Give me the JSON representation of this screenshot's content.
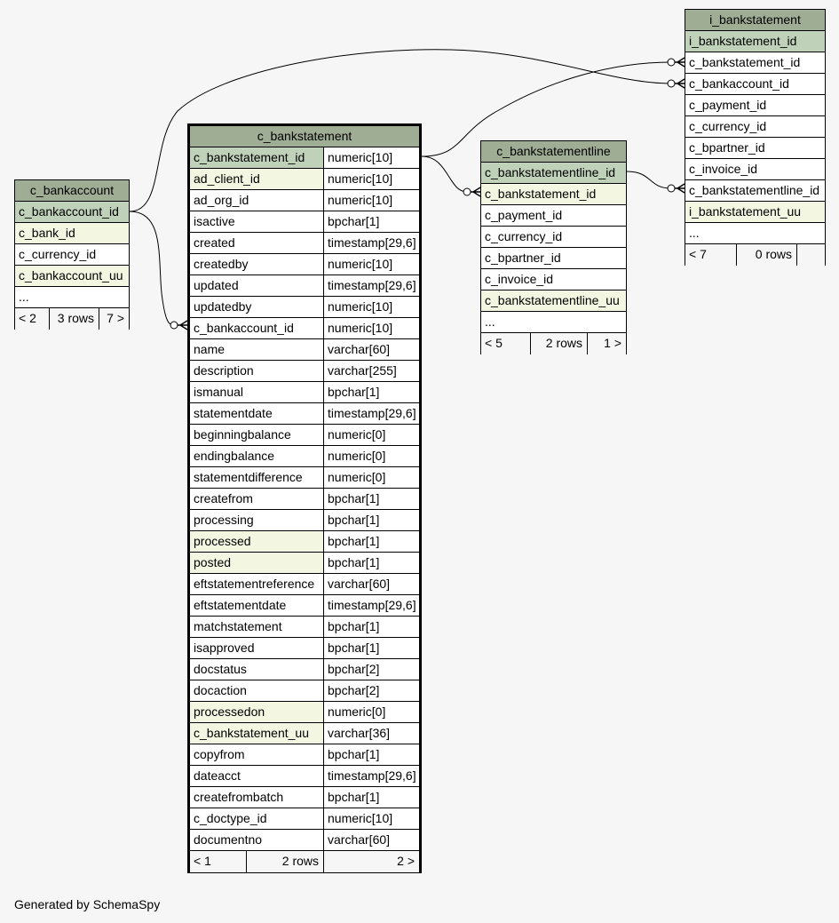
{
  "footer": "Generated by SchemaSpy",
  "tables": {
    "c_bankaccount": {
      "name": "c_bankaccount",
      "columns": [
        {
          "name": "c_bankaccount_id",
          "kind": "pk"
        },
        {
          "name": "c_bank_id",
          "kind": "idx"
        },
        {
          "name": "c_currency_id",
          "kind": "plain"
        },
        {
          "name": "c_bankaccount_uu",
          "kind": "idx"
        },
        {
          "name": "...",
          "kind": "plain"
        }
      ],
      "footer": {
        "parents": "< 2",
        "rows": "3 rows",
        "children": "7 >"
      }
    },
    "c_bankstatement": {
      "name": "c_bankstatement",
      "columns": [
        {
          "name": "c_bankstatement_id",
          "type": "numeric[10]",
          "kind": "pk"
        },
        {
          "name": "ad_client_id",
          "type": "numeric[10]",
          "kind": "idx"
        },
        {
          "name": "ad_org_id",
          "type": "numeric[10]",
          "kind": "plain"
        },
        {
          "name": "isactive",
          "type": "bpchar[1]",
          "kind": "plain"
        },
        {
          "name": "created",
          "type": "timestamp[29,6]",
          "kind": "plain"
        },
        {
          "name": "createdby",
          "type": "numeric[10]",
          "kind": "plain"
        },
        {
          "name": "updated",
          "type": "timestamp[29,6]",
          "kind": "plain"
        },
        {
          "name": "updatedby",
          "type": "numeric[10]",
          "kind": "plain"
        },
        {
          "name": "c_bankaccount_id",
          "type": "numeric[10]",
          "kind": "plain"
        },
        {
          "name": "name",
          "type": "varchar[60]",
          "kind": "plain"
        },
        {
          "name": "description",
          "type": "varchar[255]",
          "kind": "plain"
        },
        {
          "name": "ismanual",
          "type": "bpchar[1]",
          "kind": "plain"
        },
        {
          "name": "statementdate",
          "type": "timestamp[29,6]",
          "kind": "plain"
        },
        {
          "name": "beginningbalance",
          "type": "numeric[0]",
          "kind": "plain"
        },
        {
          "name": "endingbalance",
          "type": "numeric[0]",
          "kind": "plain"
        },
        {
          "name": "statementdifference",
          "type": "numeric[0]",
          "kind": "plain"
        },
        {
          "name": "createfrom",
          "type": "bpchar[1]",
          "kind": "plain"
        },
        {
          "name": "processing",
          "type": "bpchar[1]",
          "kind": "plain"
        },
        {
          "name": "processed",
          "type": "bpchar[1]",
          "kind": "idx"
        },
        {
          "name": "posted",
          "type": "bpchar[1]",
          "kind": "idx"
        },
        {
          "name": "eftstatementreference",
          "type": "varchar[60]",
          "kind": "plain"
        },
        {
          "name": "eftstatementdate",
          "type": "timestamp[29,6]",
          "kind": "plain"
        },
        {
          "name": "matchstatement",
          "type": "bpchar[1]",
          "kind": "plain"
        },
        {
          "name": "isapproved",
          "type": "bpchar[1]",
          "kind": "plain"
        },
        {
          "name": "docstatus",
          "type": "bpchar[2]",
          "kind": "plain"
        },
        {
          "name": "docaction",
          "type": "bpchar[2]",
          "kind": "plain"
        },
        {
          "name": "processedon",
          "type": "numeric[0]",
          "kind": "idx"
        },
        {
          "name": "c_bankstatement_uu",
          "type": "varchar[36]",
          "kind": "idx"
        },
        {
          "name": "copyfrom",
          "type": "bpchar[1]",
          "kind": "plain"
        },
        {
          "name": "dateacct",
          "type": "timestamp[29,6]",
          "kind": "plain"
        },
        {
          "name": "createfrombatch",
          "type": "bpchar[1]",
          "kind": "plain"
        },
        {
          "name": "c_doctype_id",
          "type": "numeric[10]",
          "kind": "plain"
        },
        {
          "name": "documentno",
          "type": "varchar[60]",
          "kind": "plain"
        }
      ],
      "footer": {
        "parents": "< 1",
        "rows": "2 rows",
        "children": "2 >"
      }
    },
    "c_bankstatementline": {
      "name": "c_bankstatementline",
      "columns": [
        {
          "name": "c_bankstatementline_id",
          "kind": "pk"
        },
        {
          "name": "c_bankstatement_id",
          "kind": "idx"
        },
        {
          "name": "c_payment_id",
          "kind": "plain"
        },
        {
          "name": "c_currency_id",
          "kind": "plain"
        },
        {
          "name": "c_bpartner_id",
          "kind": "plain"
        },
        {
          "name": "c_invoice_id",
          "kind": "plain"
        },
        {
          "name": "c_bankstatementline_uu",
          "kind": "idx"
        },
        {
          "name": "...",
          "kind": "plain"
        }
      ],
      "footer": {
        "parents": "< 5",
        "rows": "2 rows",
        "children": "1 >"
      }
    },
    "i_bankstatement": {
      "name": "i_bankstatement",
      "columns": [
        {
          "name": "i_bankstatement_id",
          "kind": "pk"
        },
        {
          "name": "c_bankstatement_id",
          "kind": "plain"
        },
        {
          "name": "c_bankaccount_id",
          "kind": "plain"
        },
        {
          "name": "c_payment_id",
          "kind": "plain"
        },
        {
          "name": "c_currency_id",
          "kind": "plain"
        },
        {
          "name": "c_bpartner_id",
          "kind": "plain"
        },
        {
          "name": "c_invoice_id",
          "kind": "plain"
        },
        {
          "name": "c_bankstatementline_id",
          "kind": "plain"
        },
        {
          "name": "i_bankstatement_uu",
          "kind": "idx"
        },
        {
          "name": "...",
          "kind": "plain"
        }
      ],
      "footer": {
        "parents": "< 7",
        "rows": "0 rows",
        "children": ""
      }
    }
  }
}
